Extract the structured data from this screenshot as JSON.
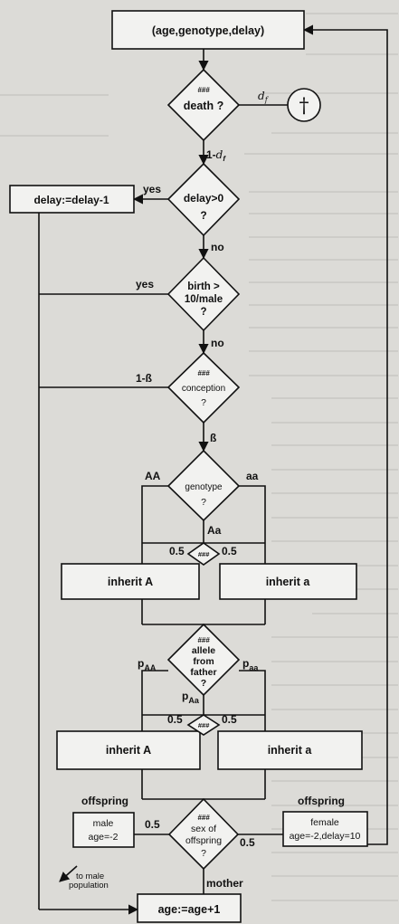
{
  "start_box": "(age,genotype,delay)",
  "death": {
    "marks": "###",
    "text": "death ?",
    "prob": "d",
    "prob_sub": "f",
    "survive": "1-",
    "survive_sub": "f",
    "cross": "†"
  },
  "delay": {
    "line1": "delay>0",
    "line2": "?",
    "yes": "yes",
    "no": "no",
    "action": "delay:=delay-1"
  },
  "birth": {
    "line1": "birth >",
    "line2": "10/male",
    "line3": "?",
    "yes": "yes",
    "no": "no"
  },
  "conception": {
    "marks": "###",
    "line1": "conception",
    "line2": "?",
    "fail": "1-ß",
    "success": "ß"
  },
  "genotype": {
    "line1": "genotype",
    "line2": "?",
    "left": "AA",
    "right": "aa",
    "center": "Aa"
  },
  "split1": {
    "marks": "###",
    "left": "0.5",
    "right": "0.5"
  },
  "inherit1": {
    "left": "inherit A",
    "right": "inherit a"
  },
  "father": {
    "marks": "###",
    "line1": "allele",
    "line2": "from",
    "line3": "father",
    "line4": "?",
    "p": "p",
    "AA": "AA",
    "aa": "aa",
    "Aa": "Aa"
  },
  "split2": {
    "marks": "###",
    "left": "0.5",
    "right": "0.5"
  },
  "inherit2": {
    "left": "inherit A",
    "right": "inherit a"
  },
  "sex": {
    "marks": "###",
    "line1": "sex of",
    "line2": "offspring",
    "line3": "?",
    "left_prob": "0.5",
    "right_prob": "0.5",
    "left_title": "offspring",
    "right_title": "offspring",
    "male_line1": "male",
    "male_line2": "age=-2",
    "female_line1": "female",
    "female_line2": "age=-2,delay=10",
    "to_male_line1": "to male",
    "to_male_line2": "population",
    "mother": "mother"
  },
  "end_box": "age:=age+1"
}
